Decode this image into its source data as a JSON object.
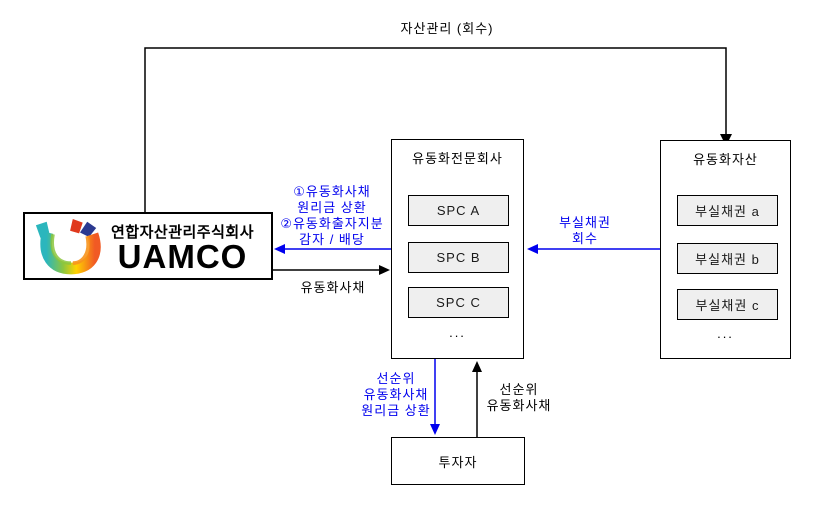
{
  "diagram": {
    "top_flow": {
      "label": "자산관리 (회수)"
    },
    "uamco": {
      "korean_name": "연합자산관리주식회사",
      "name": "UAMCO"
    },
    "spc_box": {
      "title": "유동화전문회사",
      "items": [
        "SPC A",
        "SPC B",
        "SPC C"
      ],
      "ellipsis": "..."
    },
    "asset_box": {
      "title": "유동화자산",
      "items": [
        "부실채권  a",
        "부실채권  b",
        "부실채권  c"
      ],
      "ellipsis": "..."
    },
    "investor_box": {
      "title": "투자자"
    },
    "flows": {
      "repayment": {
        "lines": [
          "①유동화사채",
          "원리금 상환",
          "②유동화출자지분",
          "감자 / 배당"
        ]
      },
      "abs_issue": {
        "label": "유동화사채"
      },
      "npl_recovery": {
        "lines": [
          "부실채권",
          "회수"
        ]
      },
      "senior_repay": {
        "lines": [
          "선순위",
          "유동화사채",
          "원리금 상환"
        ]
      },
      "senior_buy": {
        "lines": [
          "선순위",
          "유동화사채"
        ]
      }
    },
    "colors": {
      "flow_blue": "#0000EE",
      "line_black": "#000000",
      "inner_box_fill": "#EFEFEF",
      "logo_teal": "#2BB6BD",
      "logo_green": "#8CC63E",
      "logo_orange": "#F7941D",
      "logo_red": "#E0391D",
      "logo_navy": "#2B3990"
    }
  }
}
